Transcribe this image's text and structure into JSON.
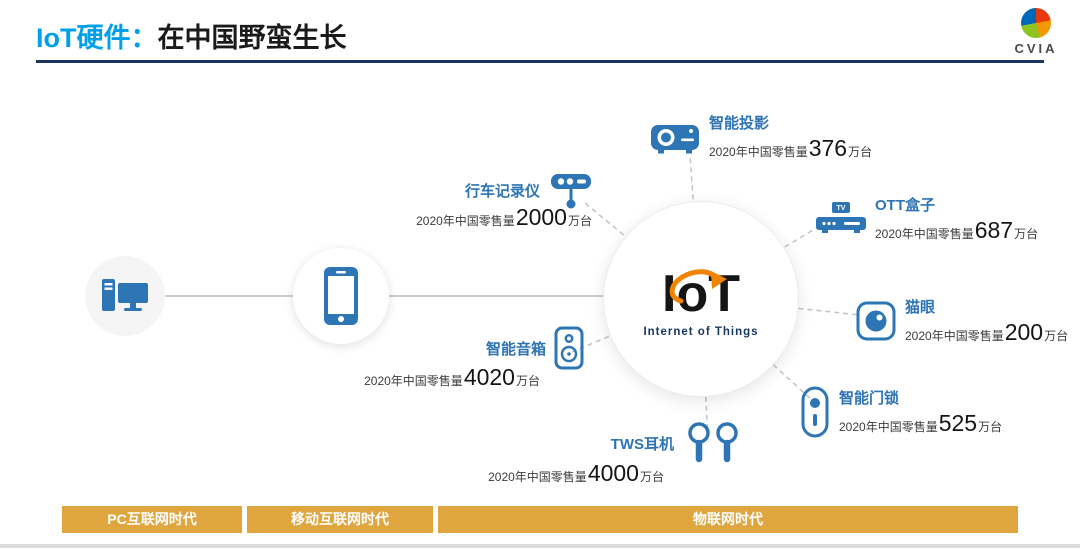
{
  "header": {
    "title_highlight": "IoT硬件：",
    "title_rest": "在中国野蛮生长",
    "logo_text": "CVIA"
  },
  "center": {
    "logo_main": "IoT",
    "logo_sub": "Internet of Things"
  },
  "devices": [
    {
      "name": "行车记录仪",
      "prefix": "2020年中国零售量",
      "value": "2000",
      "unit": "万台",
      "icon": "dashcam-icon"
    },
    {
      "name": "智能投影",
      "prefix": "2020年中国零售量",
      "value": "376",
      "unit": "万台",
      "icon": "projector-icon"
    },
    {
      "name": "OTT盒子",
      "prefix": "2020年中国零售量",
      "value": "687",
      "unit": "万台",
      "icon": "ott-box-icon",
      "badge": "TV"
    },
    {
      "name": "猫眼",
      "prefix": "2020年中国零售量",
      "value": "200",
      "unit": "万台",
      "icon": "peephole-icon"
    },
    {
      "name": "智能门锁",
      "prefix": "2020年中国零售量",
      "value": "525",
      "unit": "万台",
      "icon": "smart-lock-icon"
    },
    {
      "name": "TWS耳机",
      "prefix": "2020年中国零售量",
      "value": "4000",
      "unit": "万台",
      "icon": "tws-earbuds-icon"
    },
    {
      "name": "智能音箱",
      "prefix": "2020年中国零售量",
      "value": "4020",
      "unit": "万台",
      "icon": "smart-speaker-icon"
    }
  ],
  "timeline": {
    "eras": [
      {
        "label": "PC互联网时代"
      },
      {
        "label": "移动互联网时代"
      },
      {
        "label": "物联网时代"
      }
    ]
  },
  "colors": {
    "accent_blue": "#2E75B6",
    "title_blue": "#00A0E9",
    "navy": "#17375E",
    "gold": "#DFA640",
    "orange": "#F08300"
  }
}
